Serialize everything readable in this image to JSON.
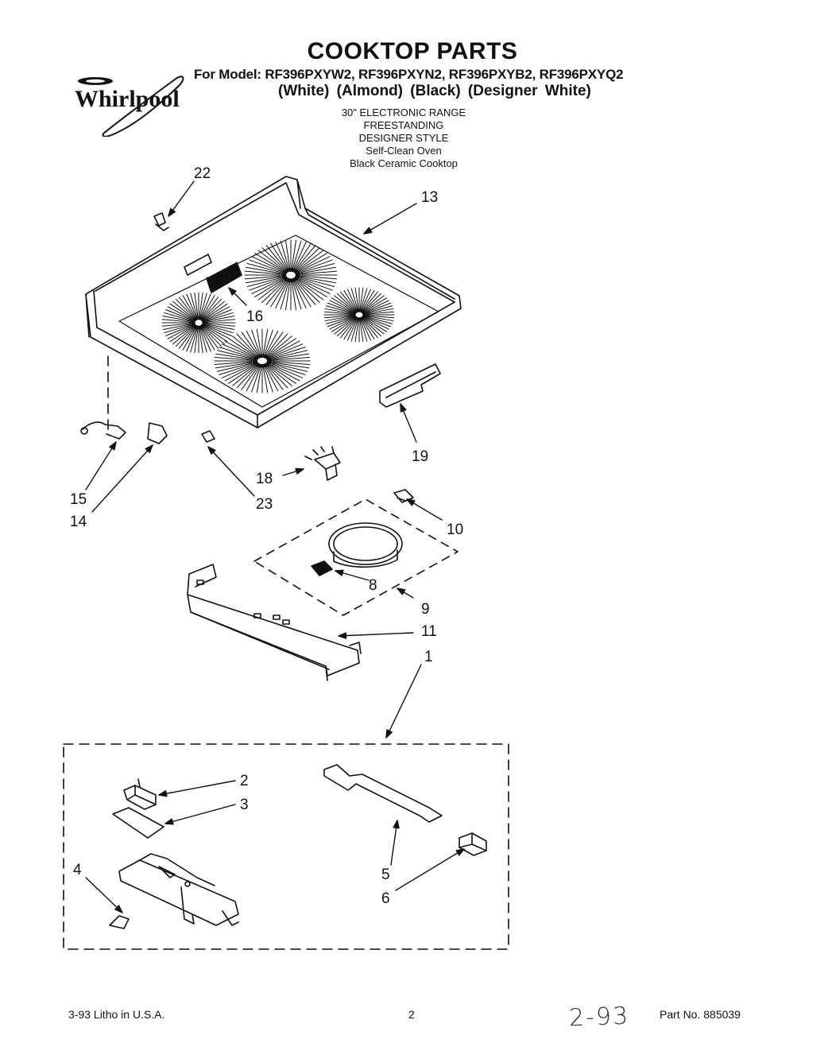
{
  "header": {
    "title": "COOKTOP PARTS",
    "models": "For Model: RF396PXYW2, RF396PXYN2, RF396PXYB2, RF396PXYQ2",
    "colors": "(White)   (Almond)   (Black) (Designer White)",
    "specs": [
      "30\" ELECTRONIC RANGE",
      "FREESTANDING",
      "DESIGNER STYLE",
      "Self-Clean Oven",
      "Black Ceramic Cooktop"
    ]
  },
  "brand": {
    "logo_text": "Whirlpool"
  },
  "callouts": {
    "c22": "22",
    "c13": "13",
    "c16": "16",
    "c19": "19",
    "c15": "15",
    "c14": "14",
    "c18": "18",
    "c23": "23",
    "c10": "10",
    "c8": "8",
    "c9": "9",
    "c11": "11",
    "c1": "1",
    "c2": "2",
    "c3": "3",
    "c4": "4",
    "c5": "5",
    "c6": "6"
  },
  "footer": {
    "litho": "3-93 Litho in U.S.A.",
    "page": "2",
    "handwritten": "2-93",
    "part_no": "Part No. 885039"
  }
}
